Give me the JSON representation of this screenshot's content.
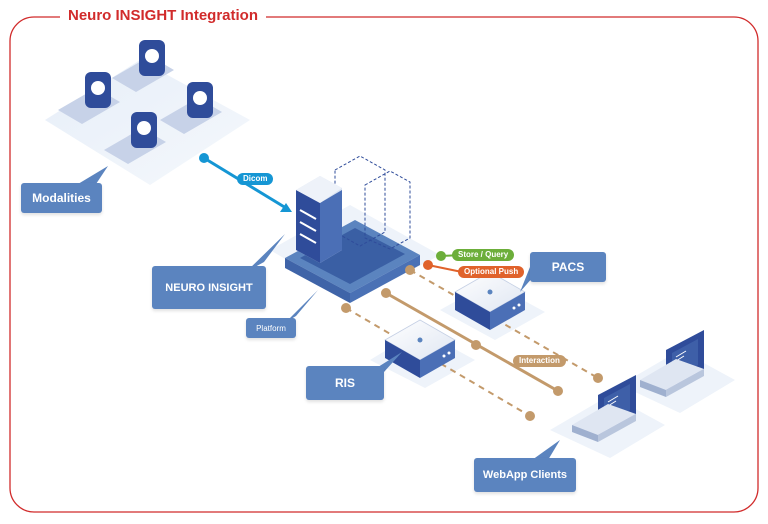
{
  "title": "Neuro INSIGHT Integration",
  "nodes": {
    "modalities": "Modalities",
    "neuro_insight": "NEURO INSIGHT",
    "platform": "Platform",
    "pacs": "PACS",
    "ris": "RIS",
    "webapp_clients": "WebApp Clients"
  },
  "connections": {
    "dicom": "Dicom",
    "store_query": "Store / Query",
    "optional_push": "Optional Push",
    "interaction": "Interaction"
  },
  "colors": {
    "frame": "#d12b2b",
    "callout": "#5b84bf",
    "dicom": "#1596d4",
    "store_query": "#6cae3a",
    "optional_push": "#e0622b",
    "interaction": "#c39a6b",
    "device": "#2f4c9a"
  },
  "icons": [
    "scanner-icon",
    "server-rack-icon",
    "server-box-icon",
    "laptop-icon"
  ]
}
